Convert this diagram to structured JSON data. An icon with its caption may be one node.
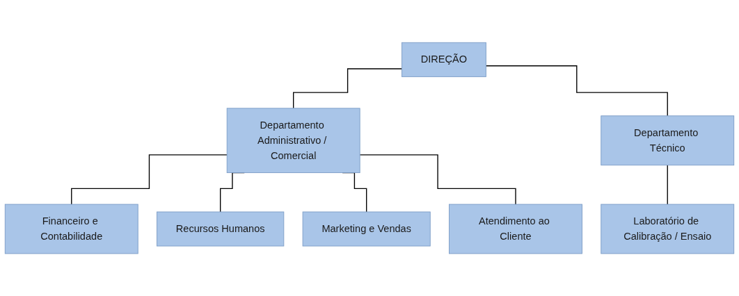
{
  "diagram": {
    "nodes": [
      {
        "text": [
          "DIREÇÃO"
        ]
      },
      {
        "text": [
          "Departamento Administrativo / Comercial"
        ]
      },
      {
        "text": [
          "Departamento Técnico"
        ]
      },
      {
        "text": [
          "Financeiro e Contabilidade"
        ]
      },
      {
        "text": [
          "Recursos Humanos"
        ]
      },
      {
        "text": [
          "Marketing e Vendas"
        ]
      },
      {
        "text": [
          "Atendimento ao Cliente"
        ]
      },
      {
        "text": [
          "Laboratório de Calibração / Ensaio"
        ]
      }
    ],
    "edges": [
      {
        "from": 0,
        "to": 1,
        "arrow": "none"
      },
      {
        "from": 0,
        "to": 2,
        "arrow": "none"
      },
      {
        "from": 1,
        "to": 3,
        "arrow": "none"
      },
      {
        "from": 1,
        "to": 4,
        "arrow": "none"
      },
      {
        "from": 1,
        "to": 5,
        "arrow": "none"
      },
      {
        "from": 1,
        "to": 6,
        "arrow": "none"
      },
      {
        "from": 2,
        "to": 7,
        "arrow": "none"
      }
    ]
  }
}
